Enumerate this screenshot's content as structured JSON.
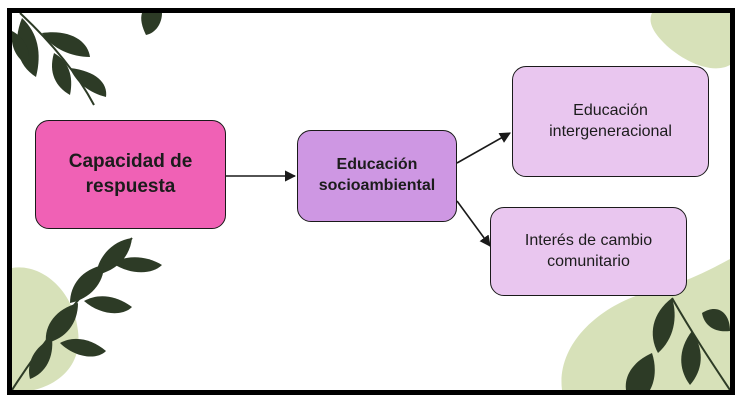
{
  "diagram": {
    "nodes": {
      "capacidad": "Capacidad de respuesta",
      "educacion": "Educación socioambiental",
      "intergeneracional": "Educación intergeneracional",
      "interes": "Interés de cambio comunitario"
    },
    "edges": [
      {
        "from": "capacidad",
        "to": "educacion"
      },
      {
        "from": "educacion",
        "to": "intergeneracional"
      },
      {
        "from": "educacion",
        "to": "interes"
      }
    ],
    "colors": {
      "capacidad_fill": "#f061b5",
      "educacion_fill": "#ce97e3",
      "leaf_fill": "#e9c6ef",
      "blob": "#d7e1b9",
      "leaf": "#2d3b26"
    }
  }
}
